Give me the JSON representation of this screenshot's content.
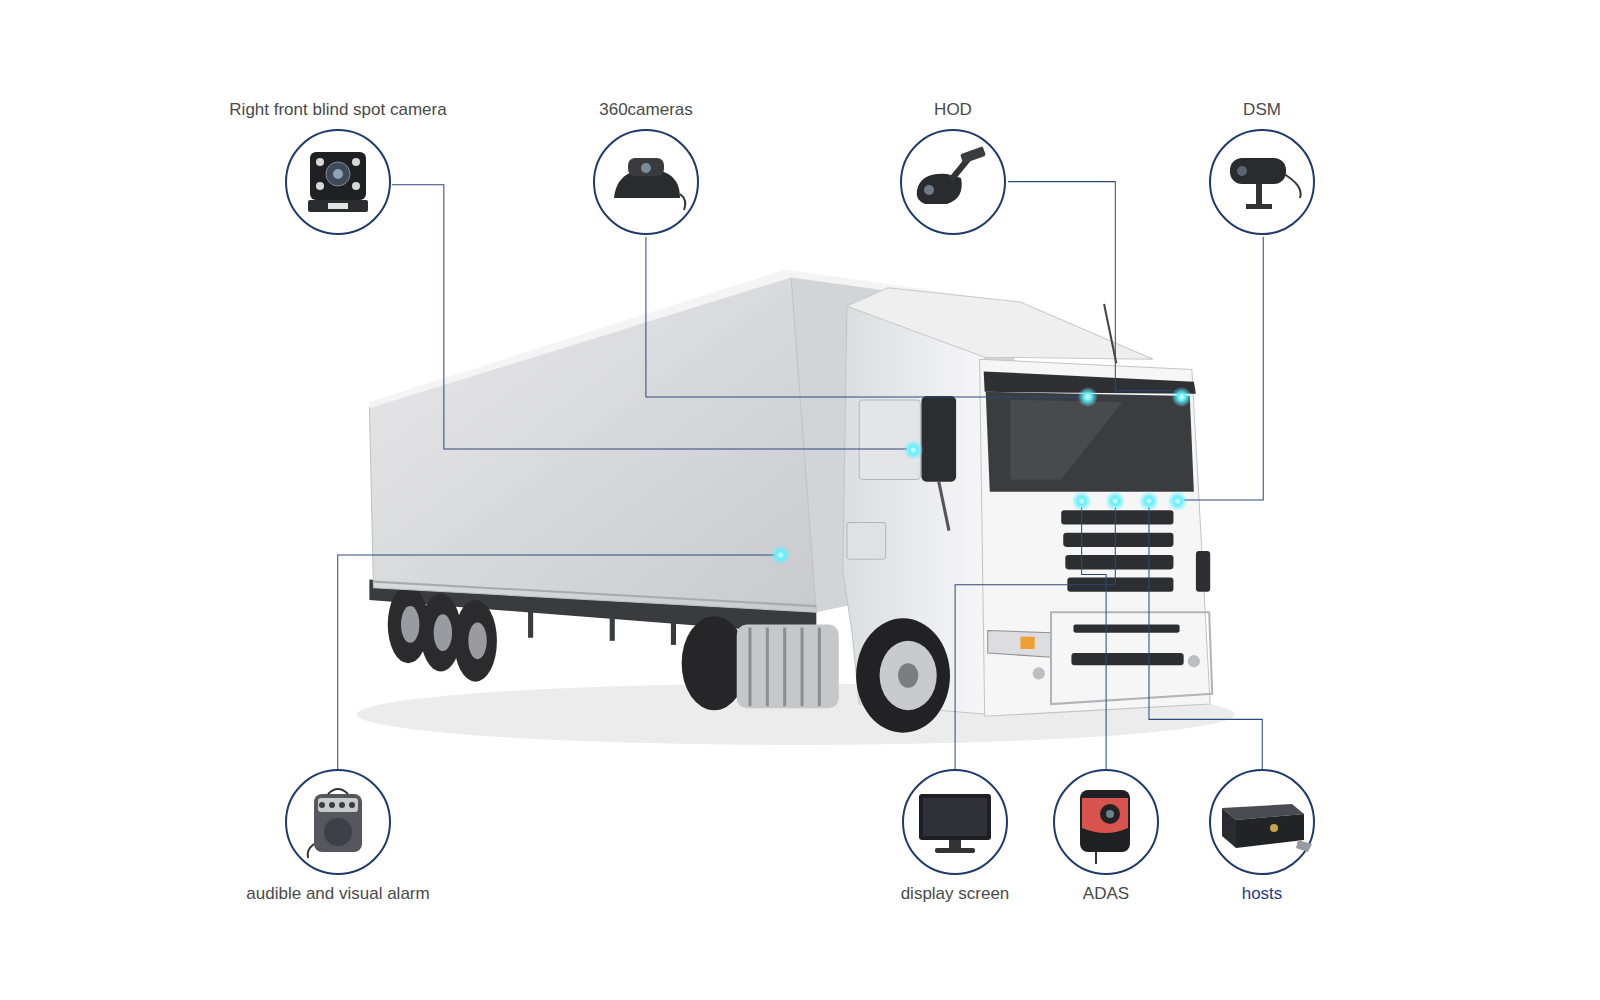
{
  "diagram": {
    "nodes": [
      {
        "text": [
          "Right front blind spot camera"
        ]
      },
      {
        "text": [
          "360cameras"
        ]
      },
      {
        "text": [
          "HOD"
        ]
      },
      {
        "text": [
          "DSM"
        ]
      },
      {
        "text": [
          "audible and visual alarm"
        ]
      },
      {
        "text": [
          "display screen"
        ]
      },
      {
        "text": [
          "ADAS"
        ]
      },
      {
        "text": [
          "hosts"
        ]
      }
    ]
  }
}
